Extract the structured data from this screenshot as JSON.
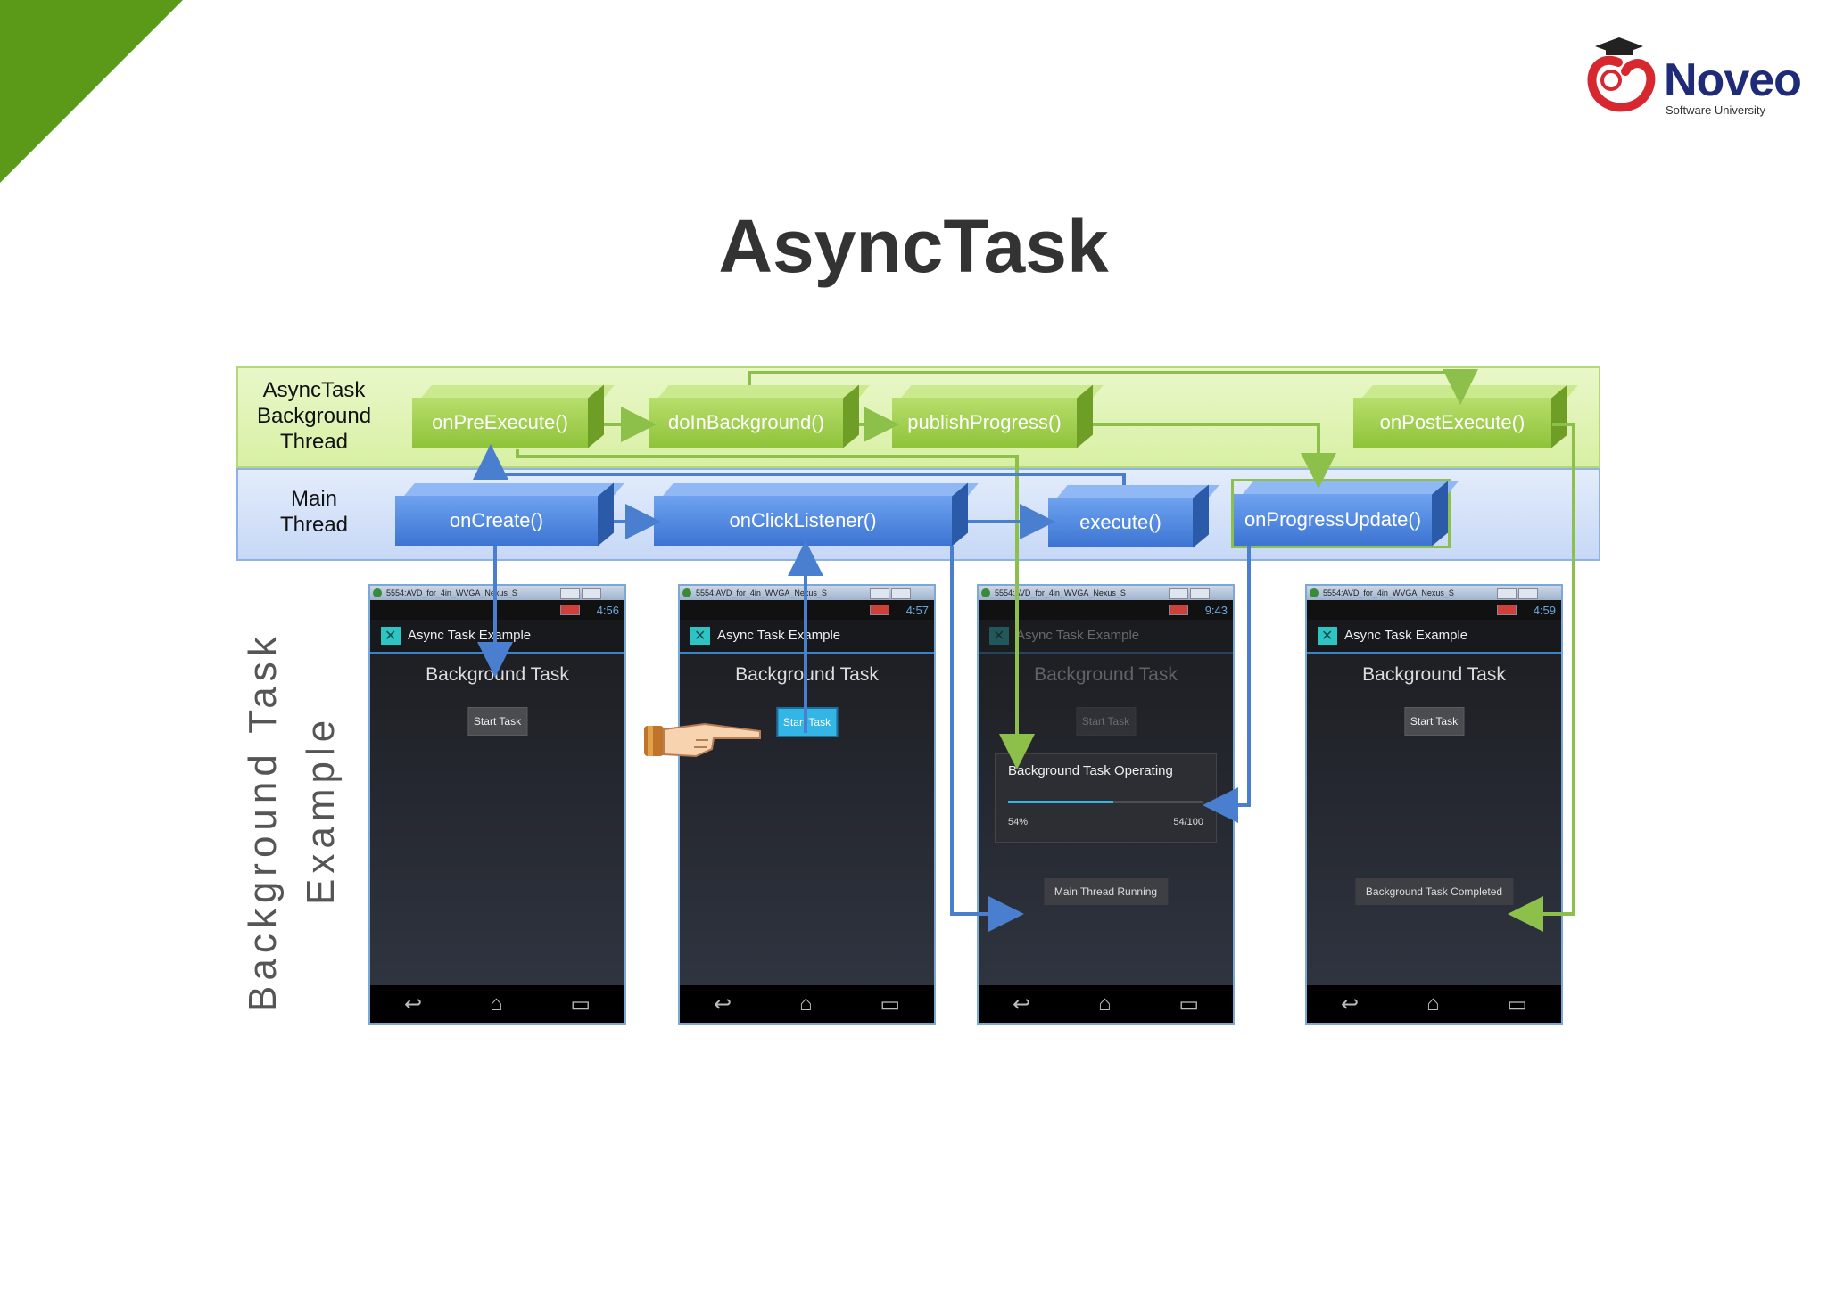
{
  "slide": {
    "title": "AsyncTask",
    "vertical_label_line1": "Background Task",
    "vertical_label_line2": "Example"
  },
  "logo": {
    "name": "Noveo",
    "tagline": "Software University"
  },
  "bands": {
    "background_label": [
      "AsyncTask",
      "Background",
      "Thread"
    ],
    "main_label": [
      "Main",
      "Thread"
    ]
  },
  "boxes": {
    "on_pre_execute": "onPreExecute()",
    "do_in_background": "doInBackground()",
    "publish_progress": "publishProgress()",
    "on_post_execute": "onPostExecute()",
    "on_create": "onCreate()",
    "on_click_listener": "onClickListener()",
    "execute": "execute()",
    "on_progress_update": "onProgressUpdate()"
  },
  "phones": [
    {
      "window_title": "5554:AVD_for_4in_WVGA_Nexus_S",
      "time": "4:56",
      "app_title": "Async Task Example",
      "heading": "Background Task",
      "button": "Start Task"
    },
    {
      "window_title": "5554:AVD_for_4in_WVGA_Nexus_S",
      "time": "4:57",
      "app_title": "Async Task Example",
      "heading": "Background Task",
      "button": "Start Task"
    },
    {
      "window_title": "5554:AVD_for_4in_WVGA_Nexus_S",
      "time": "9:43",
      "app_title": "Async Task Example",
      "heading": "Background Task",
      "button": "Start Task",
      "dialog_title": "Background Task Operating",
      "progress": 0.54,
      "progress_pct": "54%",
      "progress_count": "54/100",
      "toast": "Main Thread Running"
    },
    {
      "window_title": "5554:AVD_for_4in_WVGA_Nexus_S",
      "time": "4:59",
      "app_title": "Async Task Example",
      "heading": "Background Task",
      "button": "Start Task",
      "toast": "Background Task Completed"
    }
  ],
  "colors": {
    "corner": "#5a9a18",
    "green_arrow": "#8cc04a",
    "blue_arrow": "#4a7fd0",
    "logo_red": "#d7282f",
    "logo_navy": "#1f2a78"
  },
  "icons": {
    "back": "↩",
    "home": "⌂",
    "recent": "▭"
  }
}
